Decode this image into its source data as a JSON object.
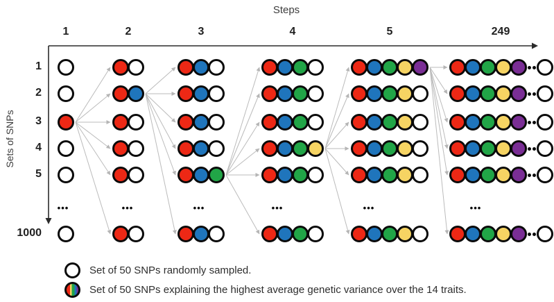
{
  "axes": {
    "x_title": "Steps",
    "y_title": "Sets of SNPs"
  },
  "diagram": {
    "ellipsis": "•••",
    "row_labels": [
      "1",
      "2",
      "3",
      "4",
      "5",
      "1000"
    ],
    "colors": {
      "red": "#ED2815",
      "blue": "#1F75BC",
      "green": "#21A547",
      "yellow": "#F6D463",
      "purple": "#7A2E95",
      "white": "#FFFFFF",
      "outline": "#0A0A0A",
      "arrow": "#BBBBBB",
      "axis": "#2B2B2B"
    },
    "columns": [
      {
        "label": "1",
        "selected_row": 2,
        "rows": [
          [
            "white"
          ],
          [
            "white"
          ],
          [
            "red"
          ],
          [
            "white"
          ],
          [
            "white"
          ],
          [
            "white"
          ]
        ]
      },
      {
        "label": "2",
        "selected_row": 1,
        "rows": [
          [
            "red",
            "white"
          ],
          [
            "red",
            "blue"
          ],
          [
            "red",
            "white"
          ],
          [
            "red",
            "white"
          ],
          [
            "red",
            "white"
          ],
          [
            "red",
            "white"
          ]
        ]
      },
      {
        "label": "3",
        "selected_row": 4,
        "rows": [
          [
            "red",
            "blue",
            "white"
          ],
          [
            "red",
            "blue",
            "white"
          ],
          [
            "red",
            "blue",
            "white"
          ],
          [
            "red",
            "blue",
            "white"
          ],
          [
            "red",
            "blue",
            "green"
          ],
          [
            "red",
            "blue",
            "white"
          ]
        ]
      },
      {
        "label": "4",
        "selected_row": 3,
        "rows": [
          [
            "red",
            "blue",
            "green",
            "white"
          ],
          [
            "red",
            "blue",
            "green",
            "white"
          ],
          [
            "red",
            "blue",
            "green",
            "white"
          ],
          [
            "red",
            "blue",
            "green",
            "yellow"
          ],
          [
            "red",
            "blue",
            "green",
            "white"
          ],
          [
            "red",
            "blue",
            "green",
            "white"
          ]
        ]
      },
      {
        "label": "5",
        "selected_row": 0,
        "rows": [
          [
            "red",
            "blue",
            "green",
            "yellow",
            "purple"
          ],
          [
            "red",
            "blue",
            "green",
            "yellow",
            "white"
          ],
          [
            "red",
            "blue",
            "green",
            "yellow",
            "white"
          ],
          [
            "red",
            "blue",
            "green",
            "yellow",
            "white"
          ],
          [
            "red",
            "blue",
            "green",
            "yellow",
            "white"
          ],
          [
            "red",
            "blue",
            "green",
            "yellow",
            "white"
          ]
        ]
      },
      {
        "label": "249",
        "selected_row": -1,
        "rows": [
          [
            "red",
            "blue",
            "green",
            "yellow",
            "purple",
            "dots",
            "white"
          ],
          [
            "red",
            "blue",
            "green",
            "yellow",
            "purple",
            "dots",
            "white"
          ],
          [
            "red",
            "blue",
            "green",
            "yellow",
            "purple",
            "dots",
            "white"
          ],
          [
            "red",
            "blue",
            "green",
            "yellow",
            "purple",
            "dots",
            "white"
          ],
          [
            "red",
            "blue",
            "green",
            "yellow",
            "purple",
            "dots",
            "white"
          ],
          [
            "red",
            "blue",
            "green",
            "yellow",
            "purple",
            "dots",
            "white"
          ]
        ]
      }
    ]
  },
  "legend": {
    "items": [
      {
        "swatch": "white-circle",
        "label": "Set of 50 SNPs randomly sampled."
      },
      {
        "swatch": "multicolor-circle",
        "label": "Set of 50 SNPs explaining the highest average genetic variance over the 14 traits."
      }
    ]
  }
}
